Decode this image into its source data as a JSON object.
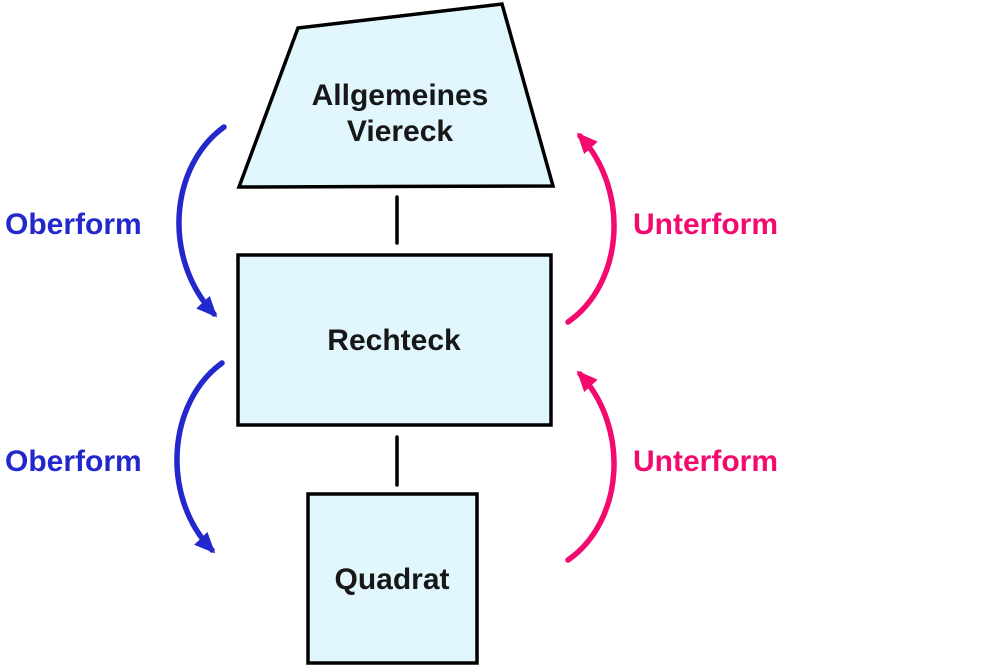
{
  "diagram": {
    "nodes": {
      "viereck": {
        "line1": "Allgemeines",
        "line2": "Viereck",
        "shape": "trapezoid"
      },
      "rechteck": {
        "label": "Rechteck",
        "shape": "rectangle"
      },
      "quadrat": {
        "label": "Quadrat",
        "shape": "square"
      }
    },
    "relations": {
      "oberform_top": {
        "label": "Oberform",
        "direction": "down",
        "from": "Rechteck",
        "to": "Allgemeines Viereck"
      },
      "unterform_top": {
        "label": "Unterform",
        "direction": "up",
        "from": "Allgemeines Viereck",
        "to": "Rechteck"
      },
      "oberform_bottom": {
        "label": "Oberform",
        "direction": "down",
        "from": "Quadrat",
        "to": "Rechteck"
      },
      "unterform_bottom": {
        "label": "Unterform",
        "direction": "up",
        "from": "Rechteck",
        "to": "Quadrat"
      }
    },
    "colors": {
      "node_fill": "#e1f6fd",
      "node_border": "#000000",
      "node_text": "#171717",
      "oberform_blue": "#2328cc",
      "unterform_pink": "#f20a6e",
      "background": "#ffffff"
    }
  }
}
